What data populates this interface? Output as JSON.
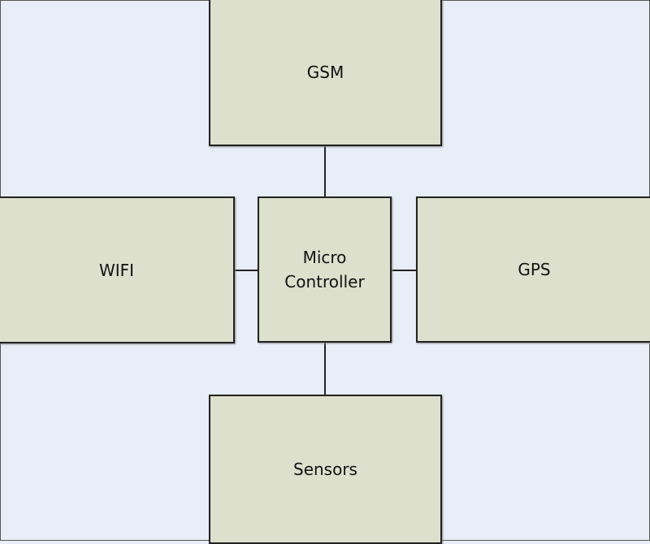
{
  "nodes": {
    "gsm": "GSM",
    "wifi": "WIFI",
    "micro_line1": "Micro",
    "micro_line2": "Controller",
    "gps": "GPS",
    "sensors": "Sensors"
  },
  "colors": {
    "background": "#e8eef8",
    "box_fill": "#dde0cd",
    "stroke": "#222222"
  }
}
